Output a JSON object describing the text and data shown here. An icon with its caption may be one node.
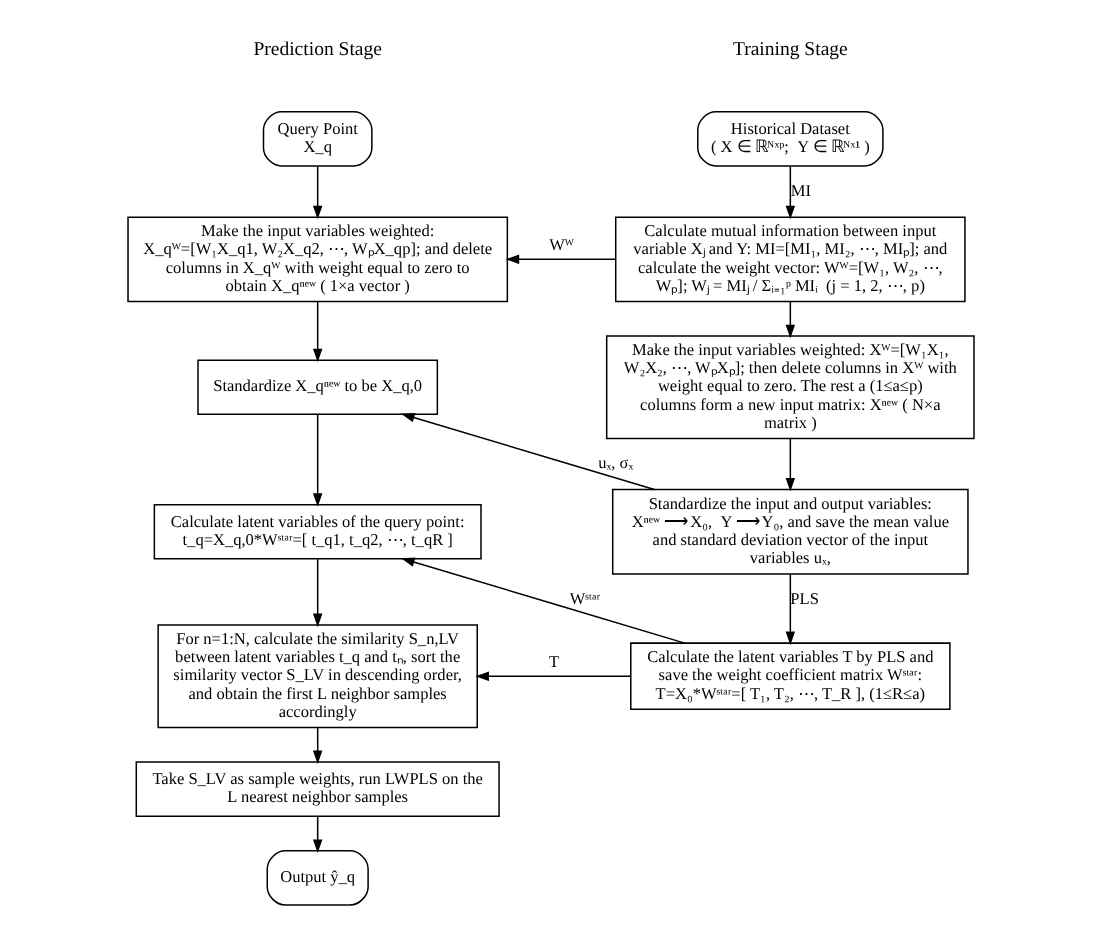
{
  "diagram": {
    "nodes": [
      {
        "text": [
          "Historical Dataset",
          "( X ∈ ℝᴺˣᵖ;  Y ∈ ℝᴺˣ¹ )"
        ]
      },
      {
        "text": [
          "Calculate mutual information between input variable Xⱼ and Y: MI=[MI₁, MI₂, ⋯, MIₚ]; and calculate the weight vector: Wᵂ=[W₁, W₂, ⋯, Wₚ]; Wⱼ = MIⱼ / Σᵢ₌₁ᵖ MIᵢ  (j = 1, 2, ⋯, p)"
        ]
      },
      {
        "text": [
          "Make the input variables weighted: Xᵂ=[W₁X₁, W₂X₂, ⋯, WₚXₚ]; then delete columns in Xᵂ with weight equal to zero. The rest a (1≤a≤p) columns form a new input matrix: Xⁿᵉʷ ( N×a matrix )"
        ]
      },
      {
        "text": [
          "Standardize the input and output variables: Xⁿᵉʷ ⟶ X₀,  Y ⟶ Y₀, and save the mean value and standard deviation vector of the input variables uₓ,"
        ]
      },
      {
        "text": [
          "Calculate the latent variables T by PLS and save the weight coefficient matrix Wˢᵗᵃʳ: T=X₀*Wˢᵗᵃʳ=[ T₁, T₂, ⋯, T_R ], (1≤R≤a)"
        ]
      },
      {
        "text": [
          "Query Point",
          "X_q"
        ]
      },
      {
        "text": [
          "Make the input variables weighted: X_qᵂ=[W₁X_q1, W₂X_q2, ⋯, WₚX_qp]; and delete columns in X_qᵂ with weight equal to zero to obtain X_qⁿᵉʷ ( 1×a vector )"
        ]
      },
      {
        "text": [
          "Standardize X_qⁿᵉʷ to be X_q,0"
        ]
      },
      {
        "text": [
          "Calculate latent variables of the query point: t_q=X_q,0*Wˢᵗᵃʳ=[ t_q1, t_q2, ⋯, t_qR ]"
        ]
      },
      {
        "text": [
          "For n=1:N, calculate the similarity S_n,LV between latent variables t_q and tₙ, sort the similarity vector S_LV in descending order, and obtain the first L neighbor samples accordingly"
        ]
      },
      {
        "text": [
          "Take S_LV as sample weights, run LWPLS on the L nearest neighbor samples"
        ]
      },
      {
        "text": [
          "Output ŷ_q"
        ]
      }
    ],
    "edges": [
      {
        "from": 0,
        "to": 1,
        "arrow": "to",
        "label": "MI"
      },
      {
        "from": 1,
        "to": 2,
        "arrow": "to"
      },
      {
        "from": 2,
        "to": 3,
        "arrow": "to"
      },
      {
        "from": 3,
        "to": 4,
        "arrow": "to",
        "label": "PLS"
      },
      {
        "from": 5,
        "to": 6,
        "arrow": "to"
      },
      {
        "from": 6,
        "to": 7,
        "arrow": "to"
      },
      {
        "from": 7,
        "to": 8,
        "arrow": "to"
      },
      {
        "from": 8,
        "to": 9,
        "arrow": "to"
      },
      {
        "from": 9,
        "to": 10,
        "arrow": "to"
      },
      {
        "from": 10,
        "to": 11,
        "arrow": "to"
      },
      {
        "from": 1,
        "to": 6,
        "arrow": "to",
        "label": "Wᵂ"
      },
      {
        "from": 3,
        "to": 7,
        "arrow": "to",
        "label": "uₓ, σₓ"
      },
      {
        "from": 4,
        "to": 8,
        "arrow": "to",
        "label": "Wˢᵗᵃʳ"
      },
      {
        "from": 4,
        "to": 9,
        "arrow": "to",
        "label": "T"
      }
    ],
    "labels": [
      "Training Stage",
      "Prediction Stage"
    ]
  }
}
